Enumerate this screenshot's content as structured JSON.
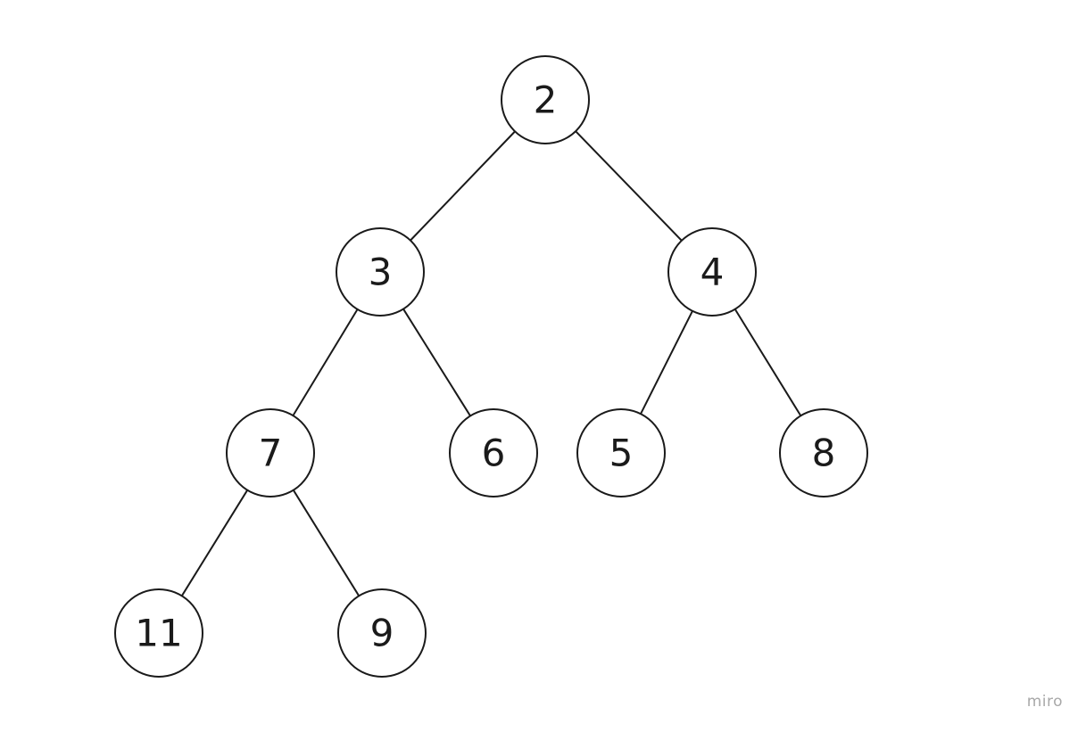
{
  "tree": {
    "nodes": [
      {
        "id": "n2",
        "label": "2"
      },
      {
        "id": "n3",
        "label": "3"
      },
      {
        "id": "n4",
        "label": "4"
      },
      {
        "id": "n7",
        "label": "7"
      },
      {
        "id": "n6",
        "label": "6"
      },
      {
        "id": "n5",
        "label": "5"
      },
      {
        "id": "n8",
        "label": "8"
      },
      {
        "id": "n11",
        "label": "11"
      },
      {
        "id": "n9",
        "label": "9"
      }
    ],
    "edges": [
      {
        "from": "n2",
        "to": "n3"
      },
      {
        "from": "n2",
        "to": "n4"
      },
      {
        "from": "n3",
        "to": "n7"
      },
      {
        "from": "n3",
        "to": "n6"
      },
      {
        "from": "n4",
        "to": "n5"
      },
      {
        "from": "n4",
        "to": "n8"
      },
      {
        "from": "n7",
        "to": "n11"
      },
      {
        "from": "n7",
        "to": "n9"
      }
    ]
  },
  "watermark": "miro",
  "colors": {
    "stroke": "#1a1a1a",
    "background": "#ffffff",
    "watermark": "#a8a8a8"
  }
}
